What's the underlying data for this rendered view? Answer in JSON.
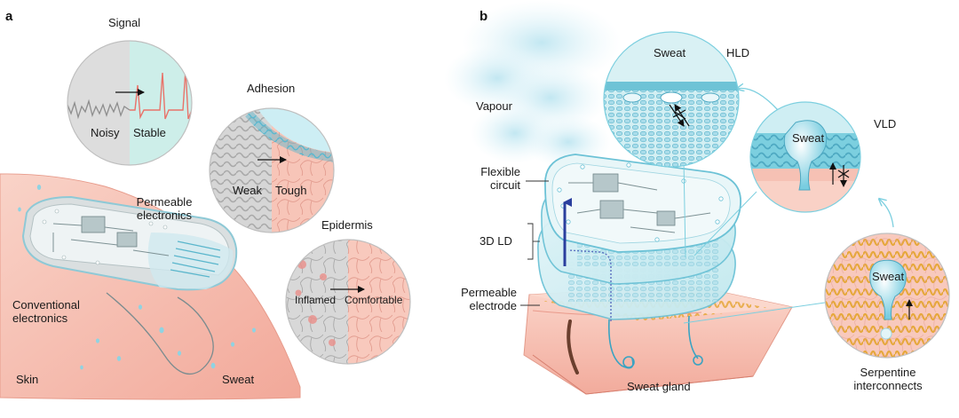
{
  "panel_a": {
    "letter": "a",
    "signal": {
      "title": "Signal",
      "left": "Noisy",
      "right": "Stable"
    },
    "adhesion": {
      "title": "Adhesion",
      "left": "Weak",
      "right": "Tough"
    },
    "epidermis": {
      "title": "Epidermis",
      "left": "Inflamed",
      "right": "Comfortable"
    },
    "permeable_line1": "Permeable",
    "permeable_line2": "electronics",
    "conventional_line1": "Conventional",
    "conventional_line2": "electronics",
    "skin": "Skin",
    "sweat": "Sweat"
  },
  "panel_b": {
    "letter": "b",
    "vapour": "Vapour",
    "flexible_line1": "Flexible",
    "flexible_line2": "circuit",
    "ld3d": "3D LD",
    "permeable_line1": "Permeable",
    "permeable_line2": "electrode",
    "sweat_gland": "Sweat gland",
    "hld": "HLD",
    "vld": "VLD",
    "serpentine_line1": "Serpentine",
    "serpentine_line2": "interconnects",
    "sweat_bubble": "Sweat"
  },
  "colors": {
    "skin": "#f6c1b4",
    "skin_dark": "#ec9a89",
    "cyan": "#7ccfdf",
    "cyan_light": "#cdeef4",
    "signal_red": "#e8736a",
    "arrow_blue": "#2a3f9e"
  }
}
